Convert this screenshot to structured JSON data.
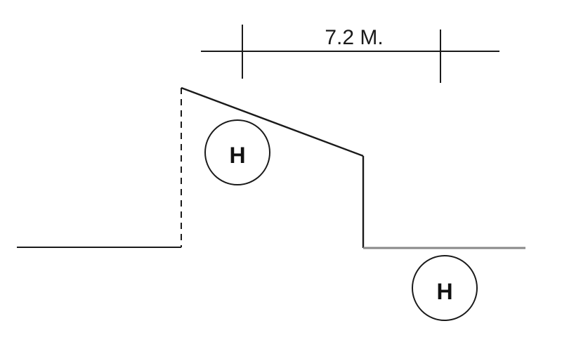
{
  "dimension": {
    "label": "7.2 M."
  },
  "markers": [
    {
      "letter": "H"
    },
    {
      "letter": "H"
    }
  ],
  "colors": {
    "line": "#1a1a1a",
    "lower_ground_line": "#888888"
  }
}
